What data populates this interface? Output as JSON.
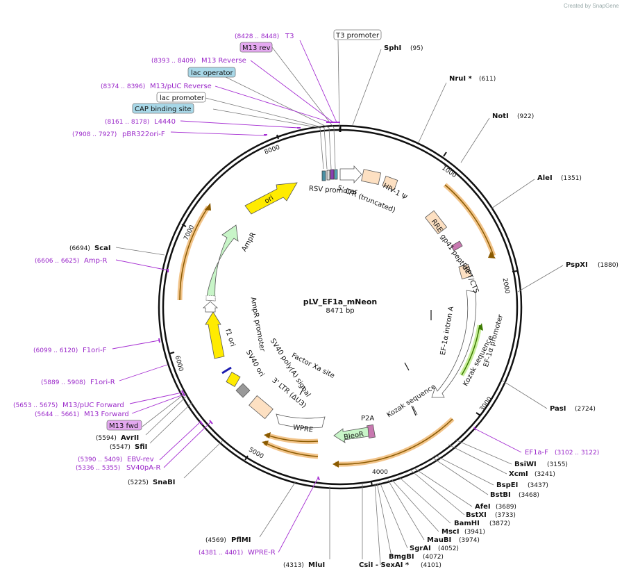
{
  "watermark": "Created by SnapGene",
  "map": {
    "title": "pLV_EF1a_mNeon",
    "length": "8471 bp",
    "ticks": [
      "1000",
      "2000",
      "3000",
      "4000",
      "5000",
      "6000",
      "7000",
      "8000"
    ]
  },
  "colors": {
    "purple": "#9a27c9",
    "backbone": "#111111",
    "orange_feature": "#f2c48a",
    "green_feature": "#8bc34a",
    "yellow_feature": "#ffeb00",
    "light_green": "#c8f5c8",
    "peach": "#ffe0c0"
  },
  "enzymes_right": [
    {
      "name": "SphI",
      "pos": "(95)"
    },
    {
      "name": "NruI *",
      "pos": "(611)"
    },
    {
      "name": "NotI",
      "pos": "(922)"
    },
    {
      "name": "AleI",
      "pos": "(1351)"
    },
    {
      "name": "PspXI",
      "pos": "(1880)"
    },
    {
      "name": "PasI",
      "pos": "(2724)"
    },
    {
      "name": "BsiWI",
      "pos": "(3155)"
    },
    {
      "name": "XcmI",
      "pos": "(3241)"
    },
    {
      "name": "BspEI",
      "pos": "(3437)"
    },
    {
      "name": "BstBI",
      "pos": "(3468)"
    },
    {
      "name": "AfeI",
      "pos": "(3689)"
    },
    {
      "name": "BstXI",
      "pos": "(3733)"
    },
    {
      "name": "BamHI",
      "pos": "(3872)"
    },
    {
      "name": "MscI",
      "pos": "(3941)"
    },
    {
      "name": "MauBI",
      "pos": "(3974)"
    },
    {
      "name": "SgrAI",
      "pos": "(4052)"
    },
    {
      "name": "BmgBI",
      "pos": "(4072)"
    },
    {
      "name": "CsiI - SexAI *",
      "pos": "(4101)"
    }
  ],
  "enzymes_left": [
    {
      "name": "MluI",
      "pos": "(4313)"
    },
    {
      "name": "PflMI",
      "pos": "(4569)"
    },
    {
      "name": "SnaBI",
      "pos": "(5225)"
    },
    {
      "name": "SfiI",
      "pos": "(5547)"
    },
    {
      "name": "AvrII",
      "pos": "(5594)"
    },
    {
      "name": "ScaI",
      "pos": "(6694)"
    }
  ],
  "primers": [
    {
      "name": "T3",
      "range": "(8428 .. 8448)"
    },
    {
      "name": "M13 Reverse",
      "range": "(8393 .. 8409)"
    },
    {
      "name": "M13/pUC Reverse",
      "range": "(8374 .. 8396)"
    },
    {
      "name": "L4440",
      "range": "(8161 .. 8178)"
    },
    {
      "name": "pBR322ori-F",
      "range": "(7908 .. 7927)"
    },
    {
      "name": "Amp-R",
      "range": "(6606 .. 6625)"
    },
    {
      "name": "F1ori-F",
      "range": "(6099 .. 6120)"
    },
    {
      "name": "F1ori-R",
      "range": "(5889 .. 5908)"
    },
    {
      "name": "M13/pUC Forward",
      "range": "(5653 .. 5675)"
    },
    {
      "name": "M13 Forward",
      "range": "(5644 .. 5661)"
    },
    {
      "name": "EBV-rev",
      "range": "(5390 .. 5409)"
    },
    {
      "name": "SV40pA-R",
      "range": "(5336 .. 5355)"
    },
    {
      "name": "WPRE-R",
      "range": "(4381 .. 4401)"
    },
    {
      "name": "EF1a-F",
      "range": "(3102 .. 3122)"
    }
  ],
  "boxed_labels": {
    "t3_promoter": "T3 promoter",
    "m13_rev": "M13 rev",
    "lac_operator": "lac operator",
    "lac_promoter": "lac promoter",
    "cap_site": "CAP binding site",
    "m13_fwd": "M13 fwd"
  },
  "inner_labels": {
    "rsv": "RSV promoter",
    "ltr5": "5' LTR (truncated)",
    "hiv": "HIV-1 Ψ",
    "rre": "RRE",
    "gp41": "gp41 peptide",
    "cppt": "cPPT/CTS",
    "ef1a_intron": "EF-1α intron A",
    "ef1a_promoter": "EF-1α promoter",
    "kozak1": "Kozak sequence",
    "kozak2": "Kozak sequence",
    "p2a": "P2A",
    "bleor": "BleoR",
    "wpre": "WPRE",
    "ltr3": "3' LTR (ΔU3)",
    "sv40pa": "SV40 poly(A) signal",
    "sv40ori": "SV40 ori",
    "factorxa": "Factor Xa site",
    "f1ori": "f1 ori",
    "amprp": "AmpR promoter",
    "ampr": "AmpR",
    "ori": "ori"
  }
}
